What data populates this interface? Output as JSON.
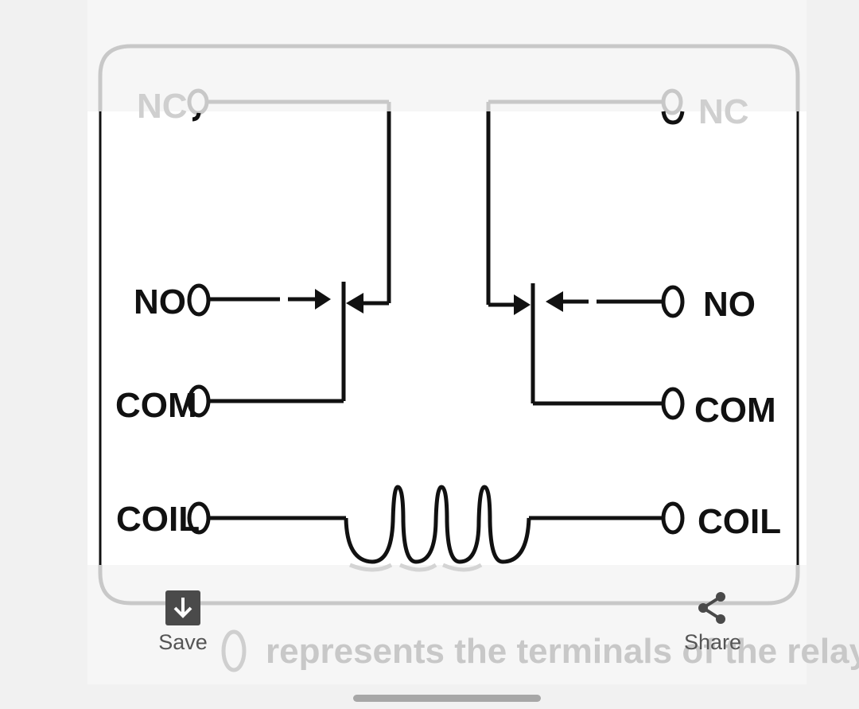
{
  "diagram": {
    "left_terminals": [
      "NC",
      "NO",
      "COM",
      "COIL"
    ],
    "right_terminals": [
      "NC",
      "NO",
      "COM",
      "COIL"
    ],
    "legend_text": "represents the terminals of the relay"
  },
  "actions": {
    "save_label": "Save",
    "share_label": "Share",
    "save_icon": "download-icon",
    "share_icon": "share-icon"
  },
  "colors": {
    "background": "#f1f1f1",
    "diagram_ink": "#111111",
    "faded_ink": "#c8c8c8"
  }
}
